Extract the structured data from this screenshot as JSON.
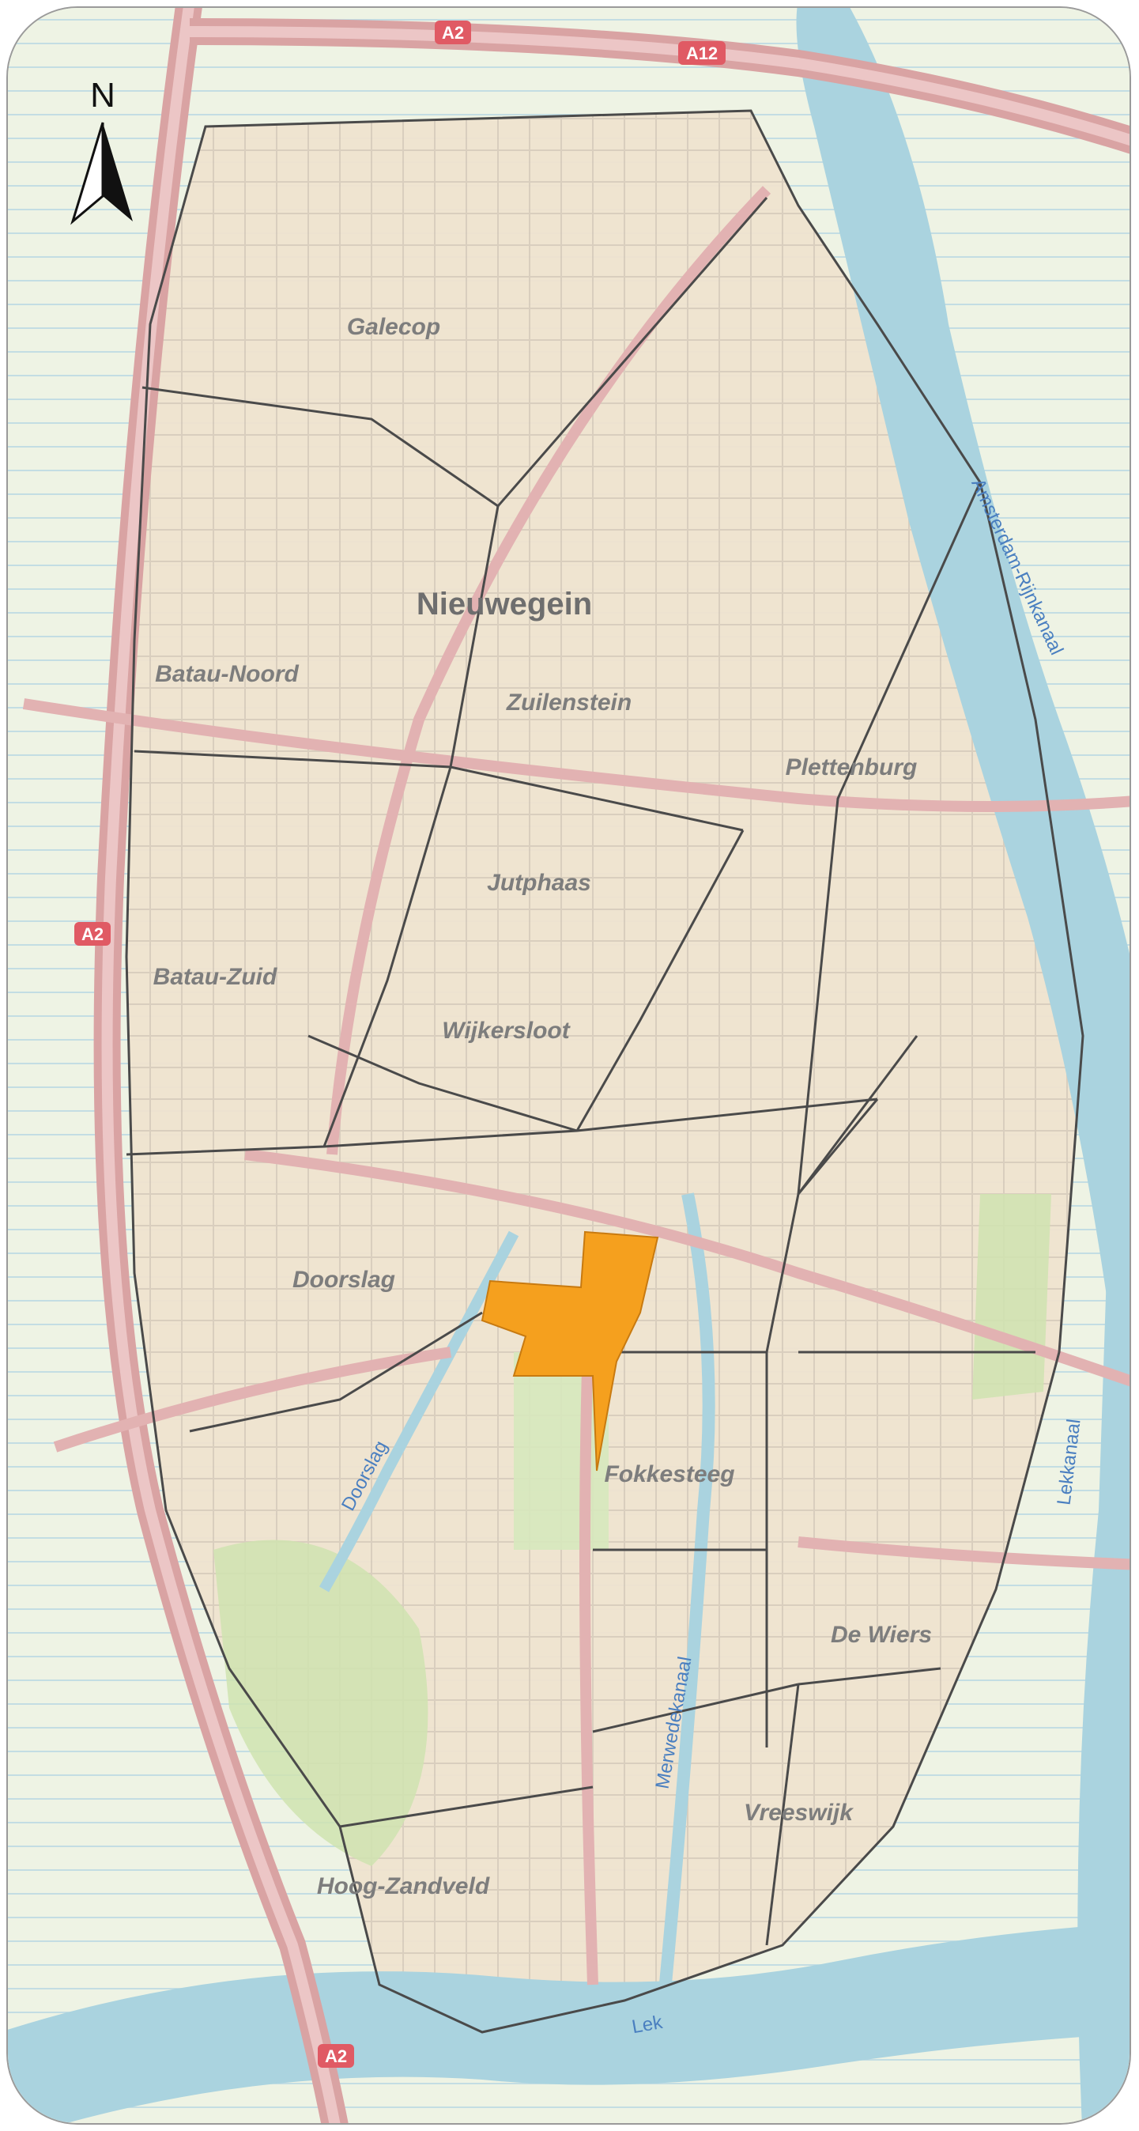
{
  "map": {
    "city_name": "Nieuwegein",
    "north_label": "N",
    "highlight_color": "#f5a01e",
    "districts": [
      {
        "id": "galecop",
        "label": "Galecop"
      },
      {
        "id": "batau-noord",
        "label": "Batau-Noord"
      },
      {
        "id": "zuilenstein",
        "label": "Zuilenstein"
      },
      {
        "id": "plettenburg",
        "label": "Plettenburg"
      },
      {
        "id": "jutphaas",
        "label": "Jutphaas"
      },
      {
        "id": "batau-zuid",
        "label": "Batau-Zuid"
      },
      {
        "id": "wijkersloot",
        "label": "Wijkersloot"
      },
      {
        "id": "doorslag",
        "label": "Doorslag"
      },
      {
        "id": "fokkesteeg",
        "label": "Fokkesteeg"
      },
      {
        "id": "de-wiers",
        "label": "De Wiers"
      },
      {
        "id": "vreeswijk",
        "label": "Vreeswijk"
      },
      {
        "id": "hoog-zandveld",
        "label": "Hoog-Zandveld"
      }
    ],
    "waterways": [
      {
        "id": "amsterdam-rijnkanaal",
        "label": "Amsterdam-Rijnkanaal"
      },
      {
        "id": "lekkanaal",
        "label": "Lekkanaal"
      },
      {
        "id": "merwedekanaal",
        "label": "Merwedekanaal"
      },
      {
        "id": "doorslag-canal",
        "label": "Doorslag"
      },
      {
        "id": "lek",
        "label": "Lek"
      }
    ],
    "road_shields": [
      {
        "id": "a2-top",
        "label": "A2"
      },
      {
        "id": "a12-top",
        "label": "A12"
      },
      {
        "id": "a2-left",
        "label": "A2"
      },
      {
        "id": "a2-bottom",
        "label": "A2"
      }
    ]
  }
}
